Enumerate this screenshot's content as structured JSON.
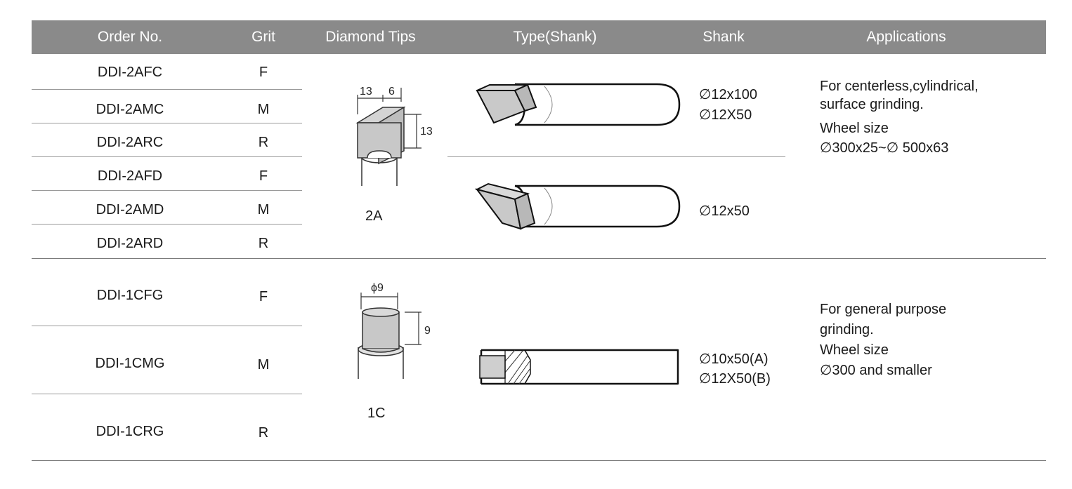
{
  "headers": {
    "order_no": "Order No.",
    "grit": "Grit",
    "diamond_tips": "Diamond Tips",
    "type_shank": "Type(Shank)",
    "shank": "Shank",
    "applications": "Applications"
  },
  "group_2a": {
    "rows": [
      {
        "order_no": "DDI-2AFC",
        "grit": "F"
      },
      {
        "order_no": "DDI-2AMC",
        "grit": "M"
      },
      {
        "order_no": "DDI-2ARC",
        "grit": "R"
      },
      {
        "order_no": "DDI-2AFD",
        "grit": "F"
      },
      {
        "order_no": "DDI-2AMD",
        "grit": "M"
      },
      {
        "order_no": "DDI-2ARD",
        "grit": "R"
      }
    ],
    "tip_label": "2A",
    "tip_dims": {
      "width": "13",
      "depth": "6",
      "height": "13"
    },
    "shank_upper": [
      "∅12x100",
      "∅12X50"
    ],
    "shank_lower": [
      "∅12x50"
    ],
    "applications": [
      "For centerless,cylindrical,",
      "surface grinding.",
      "Wheel size",
      "∅300x25~∅ 500x63"
    ]
  },
  "group_1c": {
    "rows": [
      {
        "order_no": "DDI-1CFG",
        "grit": "F"
      },
      {
        "order_no": "DDI-1CMG",
        "grit": "M"
      },
      {
        "order_no": "DDI-1CRG",
        "grit": "R"
      }
    ],
    "tip_label": "1C",
    "tip_dims": {
      "diameter": "ϕ9",
      "height": "9"
    },
    "shank": [
      "∅10x50(A)",
      "∅12X50(B)"
    ],
    "applications": [
      "For general purpose",
      "grinding.",
      "Wheel size",
      "∅300 and smaller"
    ]
  }
}
